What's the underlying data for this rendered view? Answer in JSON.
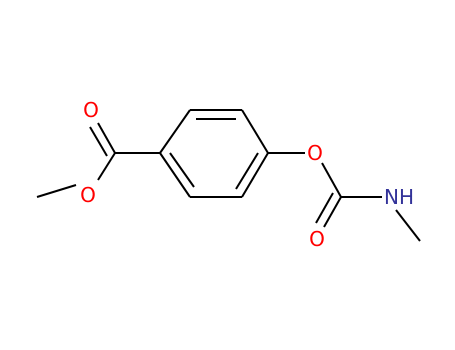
{
  "molecule": {
    "atoms": {
      "o_carbonyl_ester": "O",
      "o_ether_ester": "O",
      "o_carbamate_ester": "O",
      "o_carbonyl_carbamate": "O",
      "n_amide": "NH"
    },
    "colors": {
      "bond": "#000000",
      "oxygen": "#ff0000",
      "nitrogen": "#333399"
    }
  }
}
